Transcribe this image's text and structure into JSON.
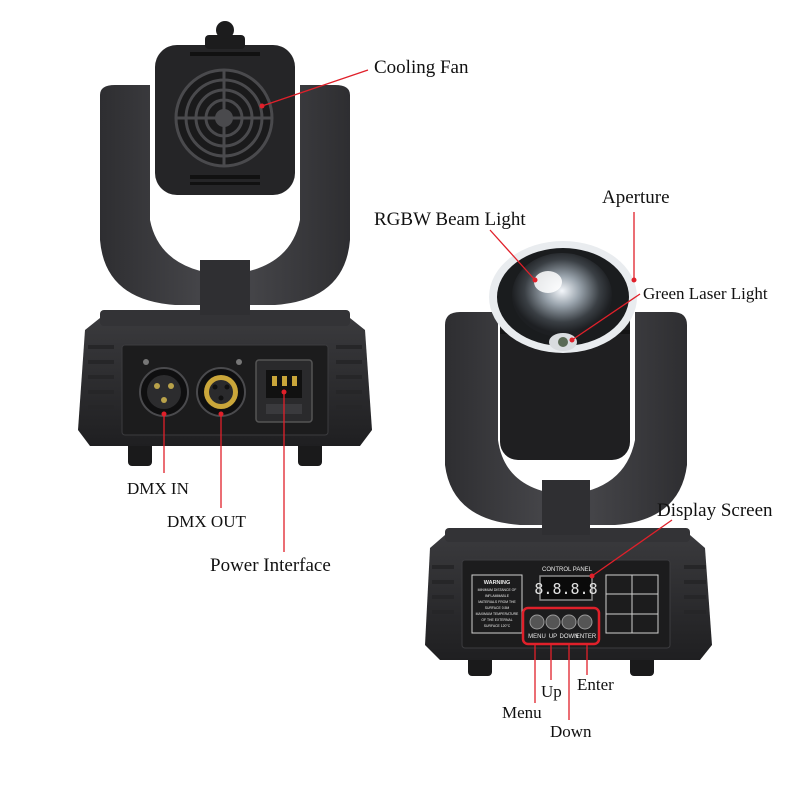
{
  "labels": {
    "cooling_fan": "Cooling Fan",
    "aperture": "Aperture",
    "rgbw_beam_light": "RGBW Beam Light",
    "green_laser_light": "Green Laser Light",
    "dmx_in": "DMX IN",
    "dmx_out": "DMX OUT",
    "power_interface": "Power Interface",
    "display_screen": "Display Screen",
    "up": "Up",
    "enter": "Enter",
    "menu": "Menu",
    "down": "Down"
  },
  "device": {
    "control_panel": "CONTROL PANEL",
    "display_value": "8.8.8.8",
    "warning_title": "WARNING",
    "warning_lines": [
      "MINIMUM DISTANCE OF",
      "INFLAMMABLE",
      "MATERIALS FROM THE",
      "SURFACE 0.5M",
      "MAXIMUM TEMPERATURE",
      "OF THE EXTERNAL",
      "SURFACE 120°C"
    ],
    "buttons": [
      "MENU",
      "UP",
      "DOWN",
      "ENTER"
    ]
  },
  "colors": {
    "leader": "#e0202a",
    "body": "#2a2a2c",
    "arm": "#3c3c3f",
    "dark": "#151516"
  }
}
